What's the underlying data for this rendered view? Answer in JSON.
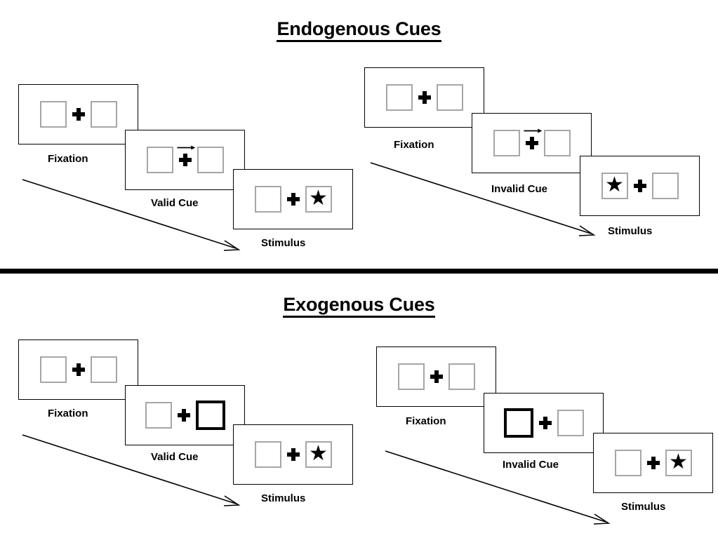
{
  "figure": {
    "title_endogenous": "Endogenous Cues",
    "title_exogenous": "Exogenous Cues"
  },
  "sections": [
    {
      "id": "endogenous",
      "title": "Endogenous Cues",
      "columns": [
        {
          "id": "endogenous-valid",
          "panels": [
            {
              "id": "endo-valid-fixation",
              "caption": "Fixation",
              "left_box": "empty",
              "right_box": "empty",
              "cue": "none",
              "cue_arrow": "none"
            },
            {
              "id": "endo-valid-cue",
              "caption": "Valid Cue",
              "left_box": "empty",
              "right_box": "empty",
              "cue": "arrow-right",
              "cue_arrow": "arrow-right-icon"
            },
            {
              "id": "endo-valid-stimulus",
              "caption": "Stimulus",
              "left_box": "empty",
              "right_box": "star",
              "cue": "none",
              "cue_arrow": "none"
            }
          ],
          "flow_arrow": "diagonal-arrow-icon"
        },
        {
          "id": "endogenous-invalid",
          "panels": [
            {
              "id": "endo-invalid-fixation",
              "caption": "Fixation",
              "left_box": "empty",
              "right_box": "empty",
              "cue": "none",
              "cue_arrow": "none"
            },
            {
              "id": "endo-invalid-cue",
              "caption": "Invalid Cue",
              "left_box": "empty",
              "right_box": "empty",
              "cue": "arrow-right",
              "cue_arrow": "arrow-right-icon"
            },
            {
              "id": "endo-invalid-stimulus",
              "caption": "Stimulus",
              "left_box": "star",
              "right_box": "empty",
              "cue": "none",
              "cue_arrow": "none"
            }
          ],
          "flow_arrow": "diagonal-arrow-icon"
        }
      ]
    },
    {
      "id": "exogenous",
      "title": "Exogenous Cues",
      "columns": [
        {
          "id": "exogenous-valid",
          "panels": [
            {
              "id": "exo-valid-fixation",
              "caption": "Fixation",
              "left_box": "empty",
              "right_box": "empty",
              "cue": "none",
              "cue_arrow": "none"
            },
            {
              "id": "exo-valid-cue",
              "caption": "Valid Cue",
              "left_box": "empty",
              "right_box": "bold",
              "cue": "right-box-flash",
              "cue_arrow": "none"
            },
            {
              "id": "exo-valid-stimulus",
              "caption": "Stimulus",
              "left_box": "empty",
              "right_box": "star",
              "cue": "none",
              "cue_arrow": "none"
            }
          ],
          "flow_arrow": "diagonal-arrow-icon"
        },
        {
          "id": "exogenous-invalid",
          "panels": [
            {
              "id": "exo-invalid-fixation",
              "caption": "Fixation",
              "left_box": "empty",
              "right_box": "empty",
              "cue": "none",
              "cue_arrow": "none"
            },
            {
              "id": "exo-invalid-cue",
              "caption": "Invalid Cue",
              "left_box": "bold",
              "right_box": "empty",
              "cue": "left-box-flash",
              "cue_arrow": "none"
            },
            {
              "id": "exo-invalid-stimulus",
              "caption": "Stimulus",
              "left_box": "empty",
              "right_box": "star",
              "cue": "none",
              "cue_arrow": "none"
            }
          ],
          "flow_arrow": "diagonal-arrow-icon"
        }
      ]
    }
  ],
  "glyphs": {
    "star": "★",
    "fixation_cross": "plus-icon"
  },
  "colors": {
    "stroke": "#000000",
    "box_border": "#a6a6a6",
    "background": "#ffffff",
    "cue_highlight": "#000000"
  }
}
